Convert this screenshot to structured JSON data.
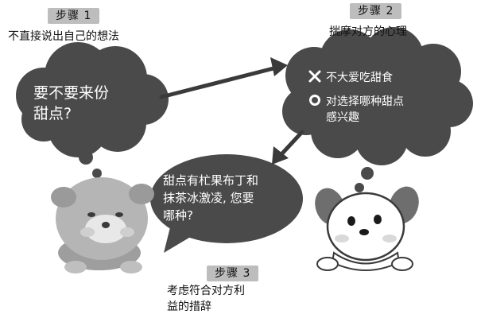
{
  "step1": {
    "badge": "步骤 1",
    "caption": "不直接说出自己的想法",
    "bubble_line1": "要不要来份",
    "bubble_line2": "甜点?"
  },
  "step2": {
    "badge": "步骤 2",
    "caption": "揣摩对方的心理",
    "item1": "不大爱吃甜食",
    "item2_line1": "对选择哪种甜点",
    "item2_line2": "感兴趣"
  },
  "step3": {
    "badge": "步骤 3",
    "caption_line1": "考虑符合对方利",
    "caption_line2": "益的措辞",
    "bubble_line1": "甜点有杧果布丁和",
    "bubble_line2": "抹茶冰激凌, 您要",
    "bubble_line3": "哪种?"
  },
  "colors": {
    "bubble_dark": "#4a4a4a",
    "arrow": "#3a3a3a",
    "badge_bg": "#bdbdbd",
    "dog_left": "#b5b5b5",
    "dog_right": "#ffffff"
  },
  "icons": {
    "step2_item1": "cross-icon",
    "step2_item2": "circle-icon"
  }
}
